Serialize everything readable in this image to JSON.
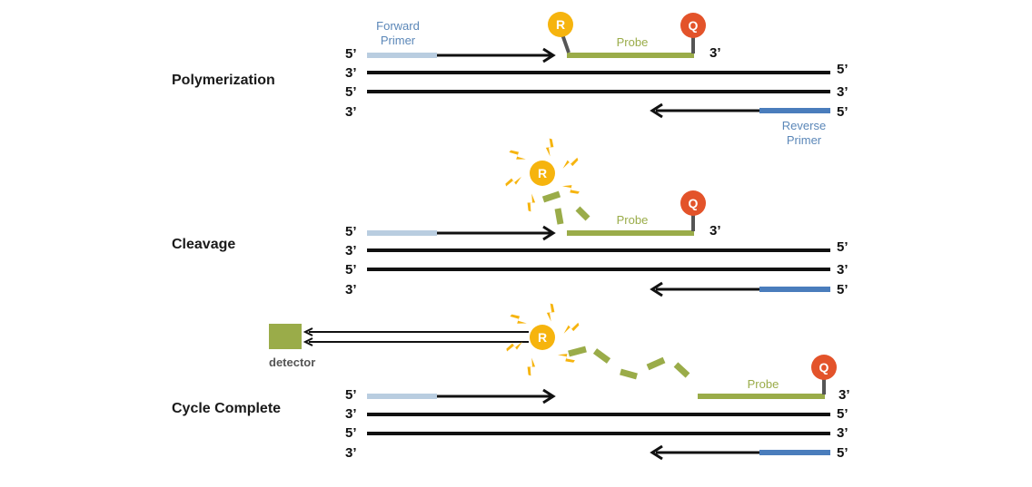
{
  "stages": [
    {
      "title": "Polymerization"
    },
    {
      "title": "Cleavage"
    },
    {
      "title": "Cycle Complete"
    }
  ],
  "labels": {
    "forward_primer_1": "Forward",
    "forward_primer_2": "Primer",
    "reverse_primer_1": "Reverse",
    "reverse_primer_2": "Primer",
    "probe": "Probe",
    "reporter": "R",
    "quencher": "Q",
    "detector": "detector",
    "five_prime": "5’",
    "three_prime": "3’"
  },
  "colors": {
    "strand": "#111111",
    "forward_primer": "#b9cde0",
    "reverse_primer": "#4a7dbc",
    "probe": "#9aac49",
    "reporter": "#f6b40e",
    "quencher": "#e3532a",
    "linker": "#555555",
    "sparks": "#f6b40e",
    "detector": "#9aac49"
  }
}
